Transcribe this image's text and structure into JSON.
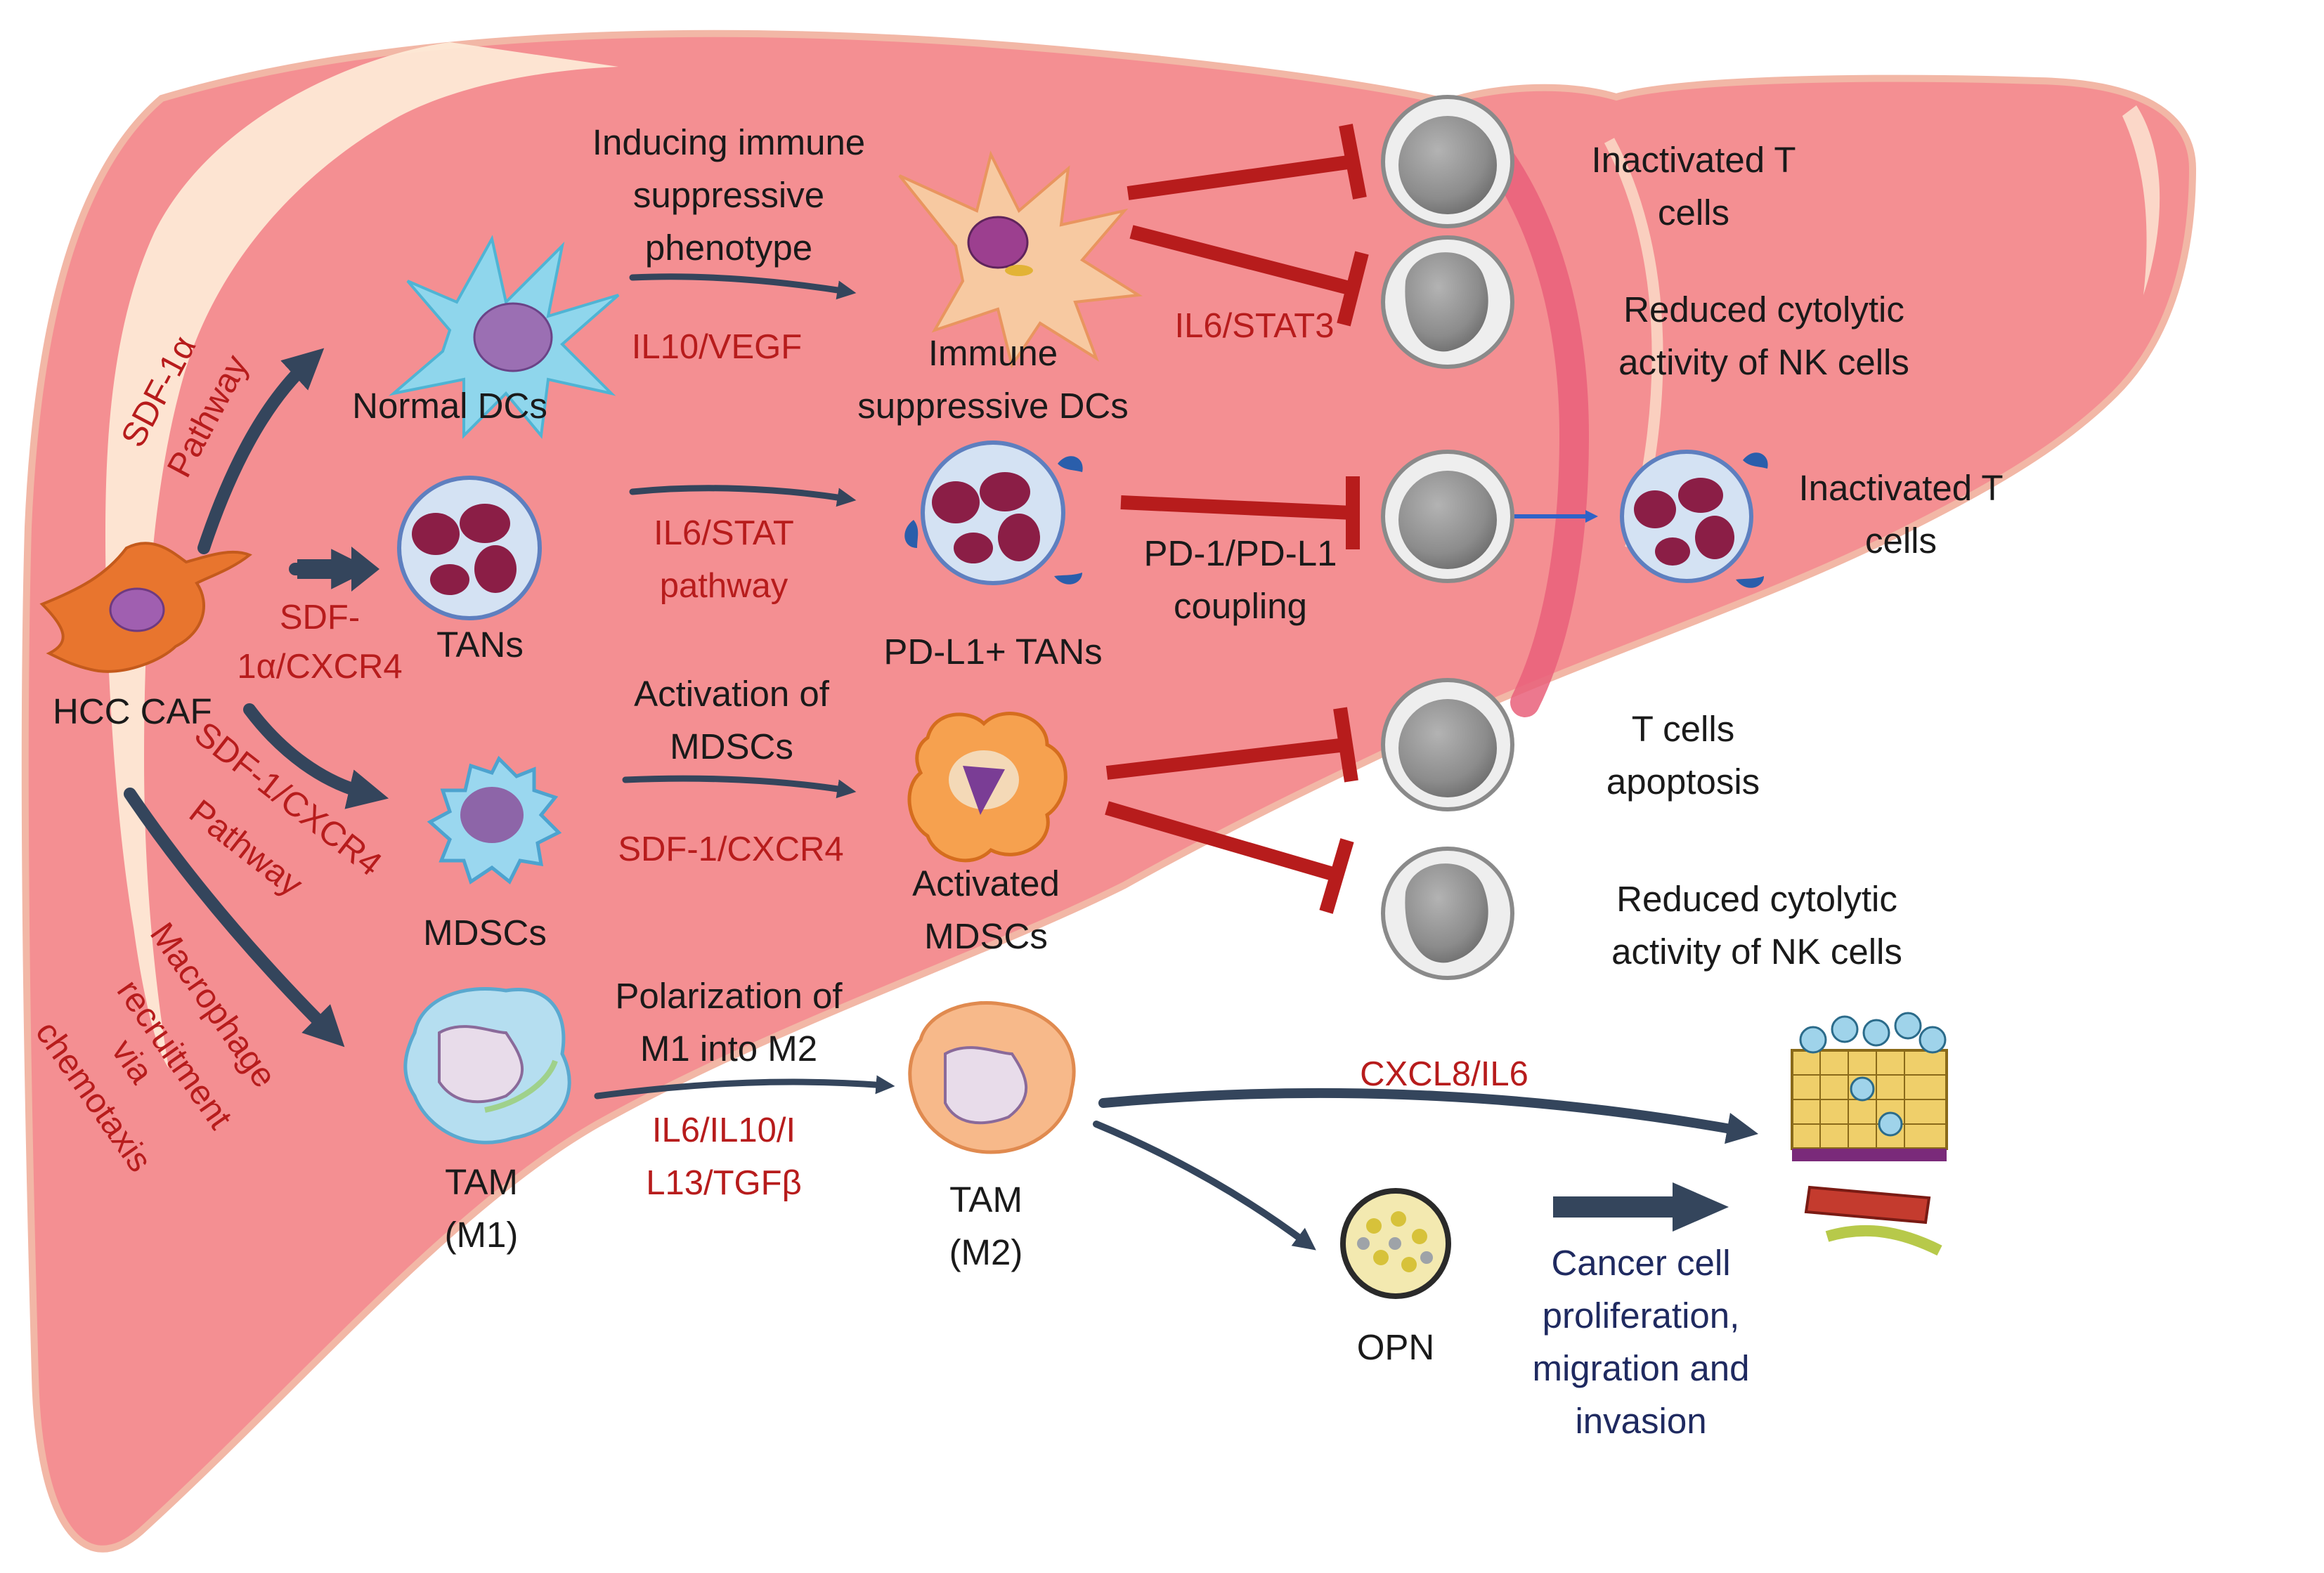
{
  "labels": {
    "hcc_caf": "HCC CAF",
    "normal_dcs": "Normal DCs",
    "tans": "TANs",
    "mdscs": "MDSCs",
    "tam_m1_line1": "TAM",
    "tam_m1_line2": "(M1)",
    "immune_dcs_line1": "Immune",
    "immune_dcs_line2": "suppressive DCs",
    "pdl1_tans": "PD-L1+ TANs",
    "activated_mdscs_line1": "Activated",
    "activated_mdscs_line2": "MDSCs",
    "tam_m2_line1": "TAM",
    "tam_m2_line2": "(M2)",
    "opn": "OPN"
  },
  "processes": {
    "inducing_line1": "Inducing immune",
    "inducing_line2": "suppressive",
    "inducing_line3": "phenotype",
    "activation_line1": "Activation of",
    "activation_line2": "MDSCs",
    "polarization_line1": "Polarization of",
    "polarization_line2": "M1 into M2"
  },
  "signals": {
    "sdf1a_pathway_line1": "SDF-1α",
    "sdf1a_pathway_line2": "Pathway",
    "sdf1a_cxcr4_line1": "SDF-",
    "sdf1a_cxcr4_line2": "1α/CXCR4",
    "sdf1_cxcr4_pathway_line1": "SDF-1/CXCR4",
    "sdf1_cxcr4_pathway_line2": "Pathway",
    "macrophage_line1": "Macrophage",
    "macrophage_line2": "recruitment",
    "macrophage_line3": "via",
    "macrophage_line4": "chemotaxis",
    "il10_vegf": "IL10/VEGF",
    "il6_stat_line1": "IL6/STAT",
    "il6_stat_line2": "pathway",
    "sdf1_cxcr4": "SDF-1/CXCR4",
    "il6_il10_line1": "IL6/IL10/I",
    "il6_il10_line2": "L13/TGFβ",
    "il6_stat3": "IL6/STAT3",
    "pd1_line1": "PD-1/PD-L1",
    "pd1_line2": "coupling",
    "cxcl8_il6": "CXCL8/IL6"
  },
  "outcomes": {
    "inactivated_t1_line1": "Inactivated T",
    "inactivated_t1_line2": "cells",
    "reduced_nk1_line1": "Reduced cytolytic",
    "reduced_nk1_line2": "activity of NK cells",
    "inactivated_t2_line1": "Inactivated T",
    "inactivated_t2_line2": "cells",
    "apoptosis_line1": "T cells",
    "apoptosis_line2": "apoptosis",
    "reduced_nk2_line1": "Reduced cytolytic",
    "reduced_nk2_line2": "activity of NK cells",
    "cancer_line1": "Cancer cell",
    "cancer_line2": "proliferation,",
    "cancer_line3": "migration and",
    "cancer_line4": "invasion"
  },
  "colors": {
    "liver": "#f48f92",
    "liver_highlight": "#fde9d6",
    "liver_crease": "#e9607a",
    "signal_red": "#b71c1c",
    "arrow_dark": "#34455c",
    "outcome_navy": "#1f2a60"
  }
}
